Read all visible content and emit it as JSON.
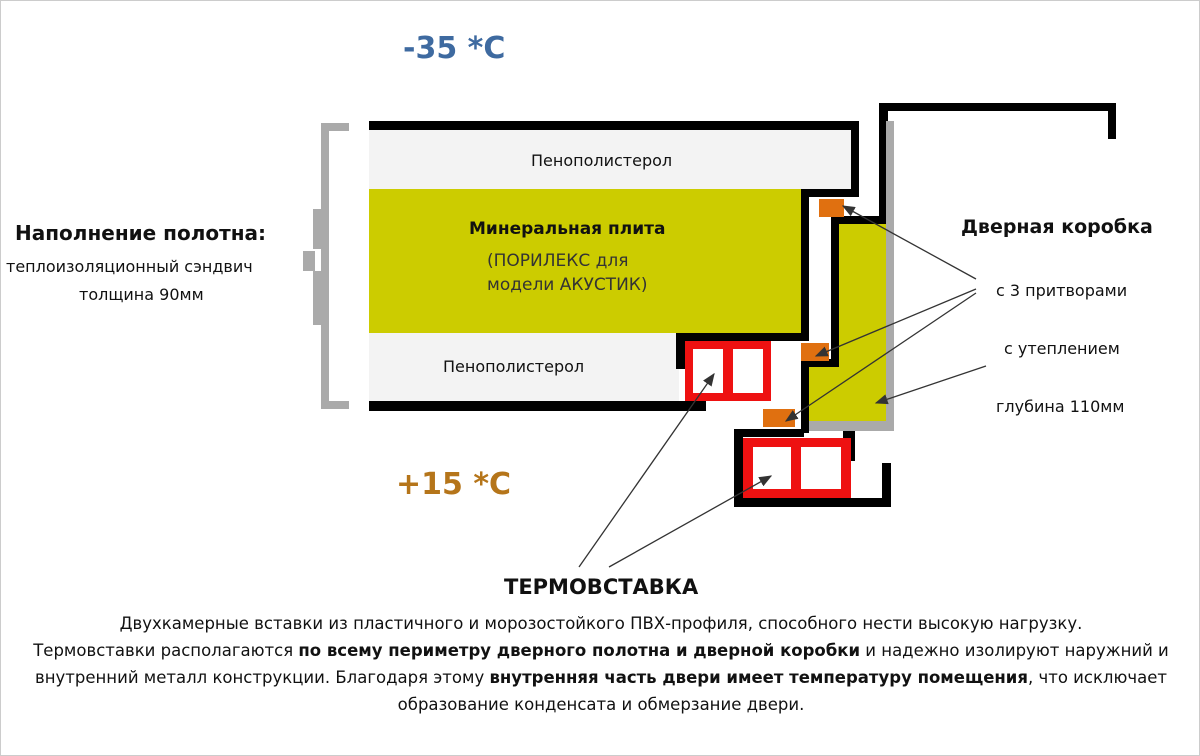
{
  "temp_outside": "-35 *C",
  "temp_inside": "+15 *C",
  "left_label": {
    "title": "Наполнение полотна:",
    "line1": "теплоизоляционный сэндвич",
    "line2": "толщина 90мм"
  },
  "layers": {
    "foam_top": "Пенополистерол",
    "mineral_title": "Минеральная плита",
    "mineral_sub1": "(ПОРИЛЕКС для",
    "mineral_sub2": "модели АКУСТИК)",
    "foam_bottom": "Пенополистерол"
  },
  "frame_label": {
    "title": "Дверная коробка",
    "seals": "с 3 притворами",
    "insulation": "с утеплением",
    "depth": "глубина 110мм"
  },
  "thermo": {
    "title": "ТЕРМОВСТАВКА",
    "line1": "Двухкамерные вставки из пластичного и морозостойкого ПВХ-профиля, способного нести высокую нагрузку.",
    "line2a": "Термовставки располагаются ",
    "line2b": "по всему периметру дверного полотна и дверной коробки",
    "line2c": " и надежно изолируют наружний и",
    "line3a": "внутренний металл конструкции. Благодаря этому ",
    "line3b": "внутренняя часть двери имеет температуру помещения",
    "line3c": ", что исключает",
    "line4": "образование конденсата и обмерзание двери."
  },
  "colors": {
    "outside": "#3e6aa0",
    "inside": "#b5751a",
    "mineral": "#cccc00",
    "seal": "#e07010",
    "thermo": "#ee1111"
  }
}
